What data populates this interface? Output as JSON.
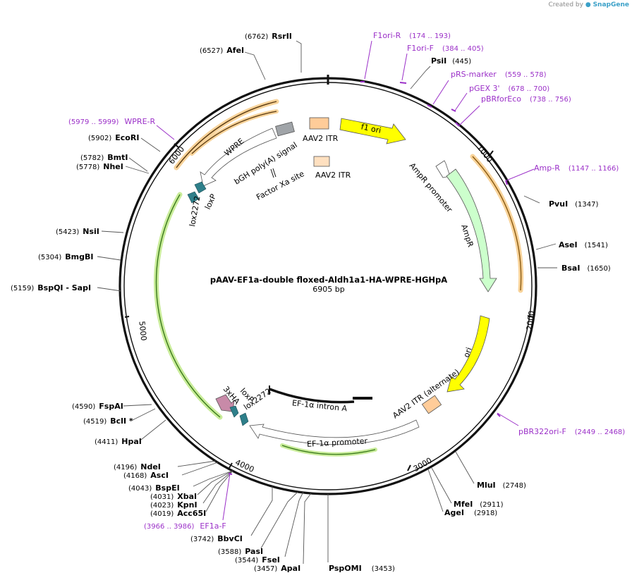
{
  "plasmid": {
    "name": "pAAV-EF1a-double floxed-Aldh1a1-HA-WPRE-HGHpA",
    "length_label": "6905 bp"
  },
  "credit": {
    "prefix": "Created by",
    "brand": "SnapGene"
  },
  "ticks": [
    "1000",
    "2000",
    "3000",
    "4000",
    "5000",
    "6000"
  ],
  "sites": [
    {
      "pos": "(6762)",
      "name": "RsrII"
    },
    {
      "pos": "(6527)",
      "name": "AfeI"
    },
    {
      "pos": "(445)",
      "name": "PsiI"
    },
    {
      "pos": "(1347)",
      "name": "PvuI"
    },
    {
      "pos": "(1541)",
      "name": "AseI"
    },
    {
      "pos": "(1650)",
      "name": "BsaI"
    },
    {
      "pos": "(2748)",
      "name": "MluI"
    },
    {
      "pos": "(2911)",
      "name": "MfeI"
    },
    {
      "pos": "(2918)",
      "name": "AgeI"
    },
    {
      "pos": "(3453)",
      "name": "PspOMI"
    },
    {
      "pos": "(3457)",
      "name": "ApaI"
    },
    {
      "pos": "(3544)",
      "name": "FseI"
    },
    {
      "pos": "(3588)",
      "name": "PasI"
    },
    {
      "pos": "(3742)",
      "name": "BbvCI"
    },
    {
      "pos": "(4019)",
      "name": "Acc65I"
    },
    {
      "pos": "(4023)",
      "name": "KpnI"
    },
    {
      "pos": "(4031)",
      "name": "XbaI"
    },
    {
      "pos": "(4043)",
      "name": "BspEI"
    },
    {
      "pos": "(4168)",
      "name": "AscI"
    },
    {
      "pos": "(4196)",
      "name": "NdeI"
    },
    {
      "pos": "(4411)",
      "name": "HpaI"
    },
    {
      "pos": "(4519)",
      "name": "BclI *"
    },
    {
      "pos": "(4590)",
      "name": "FspAI"
    },
    {
      "pos": "(5159)",
      "name": "BspQI - SapI"
    },
    {
      "pos": "(5304)",
      "name": "BmgBI"
    },
    {
      "pos": "(5423)",
      "name": "NsiI"
    },
    {
      "pos": "(5778)",
      "name": "NheI"
    },
    {
      "pos": "(5782)",
      "name": "BmtI"
    },
    {
      "pos": "(5902)",
      "name": "EcoRI"
    }
  ],
  "primers": [
    {
      "name": "F1ori-R",
      "range": "(174 .. 193)"
    },
    {
      "name": "F1ori-F",
      "range": "(384 .. 405)"
    },
    {
      "name": "pRS-marker",
      "range": "(559 .. 578)"
    },
    {
      "name": "pGEX 3'",
      "range": "(678 .. 700)"
    },
    {
      "name": "pBRforEco",
      "range": "(738 .. 756)"
    },
    {
      "name": "Amp-R",
      "range": "(1147 .. 1166)"
    },
    {
      "name": "pBR322ori-F",
      "range": "(2449 .. 2468)"
    },
    {
      "name": "EF1a-F",
      "range": "(3966 .. 3986)"
    },
    {
      "name": "WPRE-R",
      "range": "(5979 .. 5999)"
    }
  ],
  "features": {
    "f1_ori": "f1 ori",
    "aav2_itr_top": "AAV2 ITR",
    "aav2_itr_inner": "AAV2 ITR",
    "ampr_promoter": "AmpR promoter",
    "ampr": "AmpR",
    "ori": "ori",
    "aav2_itr_alt": "AAV2 ITR (alternate)",
    "ef1a_intron": "EF-1α intron A",
    "ef1a_promoter": "EF-1α promoter",
    "lox2272_bottom": "lox2272",
    "loxp_bottom": "loxP",
    "hxha": "3xHA",
    "wpre": "WPRE",
    "bgh": "bGH poly(A) signal",
    "factor_xa": "Factor Xa site",
    "lox2272_left": "lox2272",
    "loxp_left": "loxP"
  },
  "colors": {
    "backbone": "#111111",
    "f1_ori": "#ffff00",
    "ori": "#ffff00",
    "ampr": "#ccffcc",
    "itr": "#ffcc99",
    "itr_light": "#ffe0c0",
    "lox": "#2e7f8a",
    "hxha": "#c88aa8",
    "bgh": "#a0a4a8",
    "primer": "#9b30c8",
    "highlight_orange": "#f6b74c",
    "highlight_green": "#9ad24a"
  }
}
